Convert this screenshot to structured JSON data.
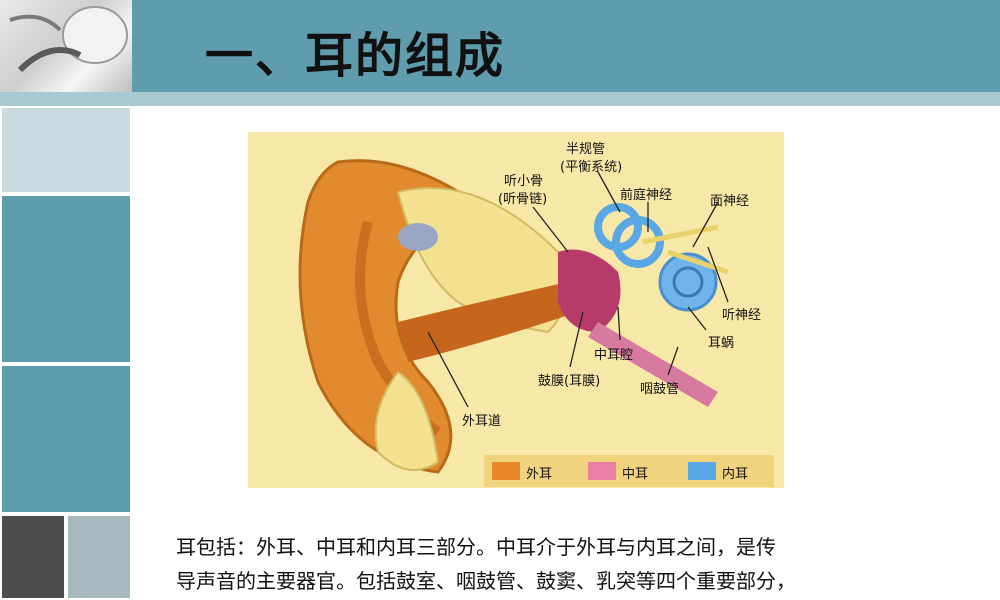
{
  "title": "一、耳的组成",
  "diagram": {
    "labels": {
      "semicircular": "半规管",
      "semicircular_sub": "(平衡系统)",
      "ossicles": "听小骨",
      "ossicles_sub": "(听骨链)",
      "vestibular_nerve": "前庭神经",
      "facial_nerve": "面神经",
      "auditory_nerve": "听神经",
      "cochlea": "耳蜗",
      "middle_ear_cavity": "中耳腔",
      "eardrum": "鼓膜(耳膜)",
      "eustachian_tube": "咽鼓管",
      "ear_canal": "外耳道"
    },
    "legend": [
      {
        "label": "外耳",
        "color": "#e8862a"
      },
      {
        "label": "中耳",
        "color": "#e97fa6"
      },
      {
        "label": "内耳",
        "color": "#5aa7e6"
      }
    ]
  },
  "body": {
    "line1": "耳包括：外耳、中耳和内耳三部分。中耳介于外耳与内耳之间，是传",
    "line2": "导声音的主要器官。包括鼓室、咽鼓管、鼓窦、乳突等四个重要部分，"
  }
}
